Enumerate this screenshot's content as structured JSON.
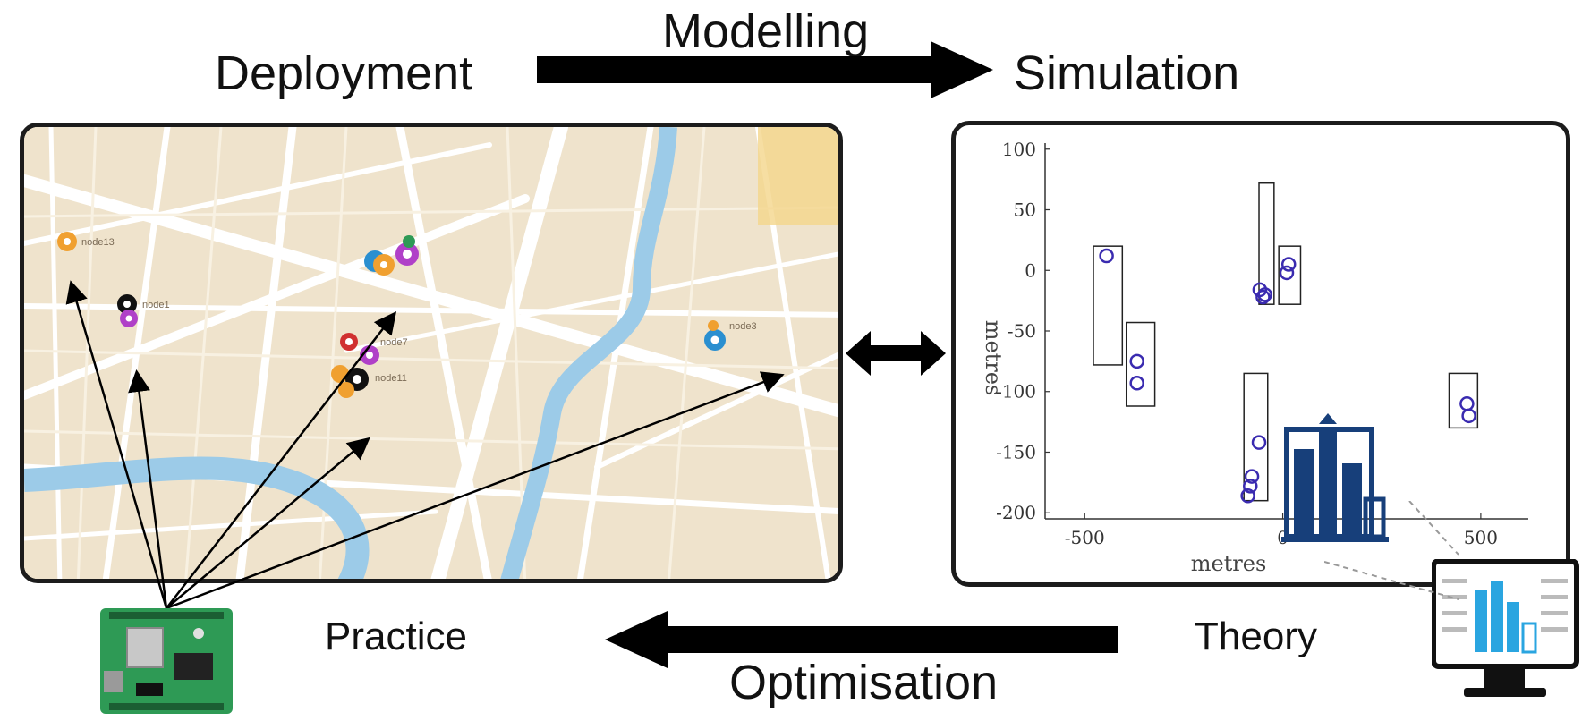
{
  "labels": {
    "deployment": "Deployment",
    "modelling": "Modelling",
    "simulation": "Simulation",
    "practice": "Practice",
    "theory": "Theory",
    "optimisation": "Optimisation"
  },
  "map": {
    "node_labels": [
      "node13",
      "node1",
      "node7",
      "node11",
      "node3"
    ]
  },
  "chart_data": {
    "type": "scatter",
    "xlabel": "metres",
    "ylabel": "metres",
    "xlim": [
      -600,
      620
    ],
    "ylim": [
      -205,
      105
    ],
    "x_ticks": [
      -500,
      0,
      500
    ],
    "y_ticks": [
      100,
      50,
      0,
      -50,
      -100,
      -150,
      -200
    ],
    "rectangles": [
      {
        "x0": -478,
        "x1": -405,
        "y0": -78,
        "y1": 20
      },
      {
        "x0": -395,
        "x1": -323,
        "y0": -112,
        "y1": -43
      },
      {
        "x0": -60,
        "x1": -22,
        "y0": -28,
        "y1": 72
      },
      {
        "x0": -10,
        "x1": 45,
        "y0": -28,
        "y1": 20
      },
      {
        "x0": -98,
        "x1": -38,
        "y0": -190,
        "y1": -85
      },
      {
        "x0": 420,
        "x1": 492,
        "y0": -130,
        "y1": -85
      }
    ],
    "points": [
      {
        "x": -445,
        "y": 12
      },
      {
        "x": -368,
        "y": -75
      },
      {
        "x": -368,
        "y": -93
      },
      {
        "x": -58,
        "y": -16
      },
      {
        "x": -50,
        "y": -22
      },
      {
        "x": -45,
        "y": -20
      },
      {
        "x": 10,
        "y": -2
      },
      {
        "x": 15,
        "y": 5
      },
      {
        "x": -60,
        "y": -142
      },
      {
        "x": -78,
        "y": -170
      },
      {
        "x": -82,
        "y": -178
      },
      {
        "x": -88,
        "y": -186
      },
      {
        "x": 465,
        "y": -110
      },
      {
        "x": 470,
        "y": -120
      }
    ]
  },
  "colors": {
    "map_bg": "#ecdfc6",
    "map_road": "#ffffff",
    "map_water": "#9ccbe8",
    "arrow": "#000000",
    "point_stroke": "#3a2bb0",
    "chart_icon_dark": "#173f7a",
    "chart_icon_light": "#2aa5e0",
    "board_green": "#2e9a55"
  },
  "icons": {
    "gateway": "arduino-board-icon",
    "monitor": "monitor-chart-icon",
    "bar_chart": "bar-chart-icon"
  }
}
